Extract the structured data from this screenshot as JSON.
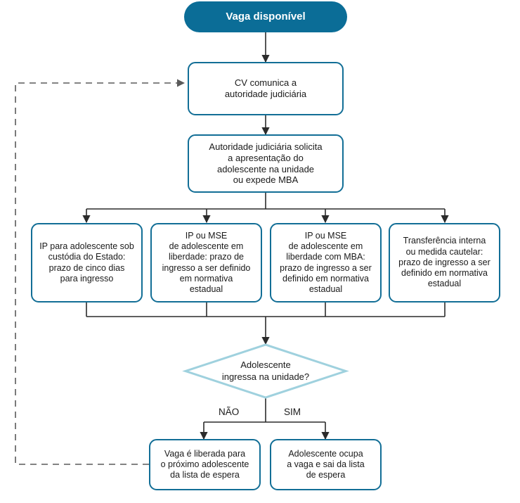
{
  "diagram": {
    "title_node": {
      "label": "Vaga disponível",
      "fill": "#0b6d97",
      "text_color": "#ffffff"
    },
    "colors": {
      "node_border": "#126e96",
      "node_fill": "#ffffff",
      "start_fill": "#0b6d97",
      "decision_border": "#9fd1de",
      "connector": "#2b2b2b",
      "feedback_connector": "#5a5a5a",
      "background": "#ffffff"
    },
    "steps": [
      {
        "id": "cv-comunica",
        "label": "CV comunica a\nautoridade judiciária"
      },
      {
        "id": "autoridade-solicita",
        "label": "Autoridade judiciária solicita\na apresentação do\nadolescente na unidade\nou expede MBA"
      }
    ],
    "branches": [
      {
        "id": "ip-custodia",
        "label": "IP para adolescente sob\ncustódia do Estado:\nprazo de cinco dias\npara ingresso"
      },
      {
        "id": "ip-mse-liberdade",
        "label": "IP ou MSE\nde adolescente em\nliberdade: prazo de\ningresso a ser definido\nem normativa\nestadual"
      },
      {
        "id": "ip-mse-liberdade-mba",
        "label": "IP ou MSE\nde adolescente em\nliberdade com MBA:\nprazo de ingresso a ser\ndefinido em normativa\nestadual"
      },
      {
        "id": "transferencia-interna",
        "label": "Transferência interna\nou medida cautelar:\nprazo de ingresso a ser\ndefinido em normativa\nestadual"
      }
    ],
    "decision": {
      "id": "adolescente-ingressa",
      "label": "Adolescente\ningressa na unidade?",
      "no_label": "NÃO",
      "yes_label": "SIM"
    },
    "outcomes": [
      {
        "id": "vaga-liberada",
        "label": "Vaga é liberada para\no próximo adolescente\nda lista de espera"
      },
      {
        "id": "adolescente-ocupa",
        "label": "Adolescente ocupa\na vaga e sai da lista\nde espera"
      }
    ]
  }
}
